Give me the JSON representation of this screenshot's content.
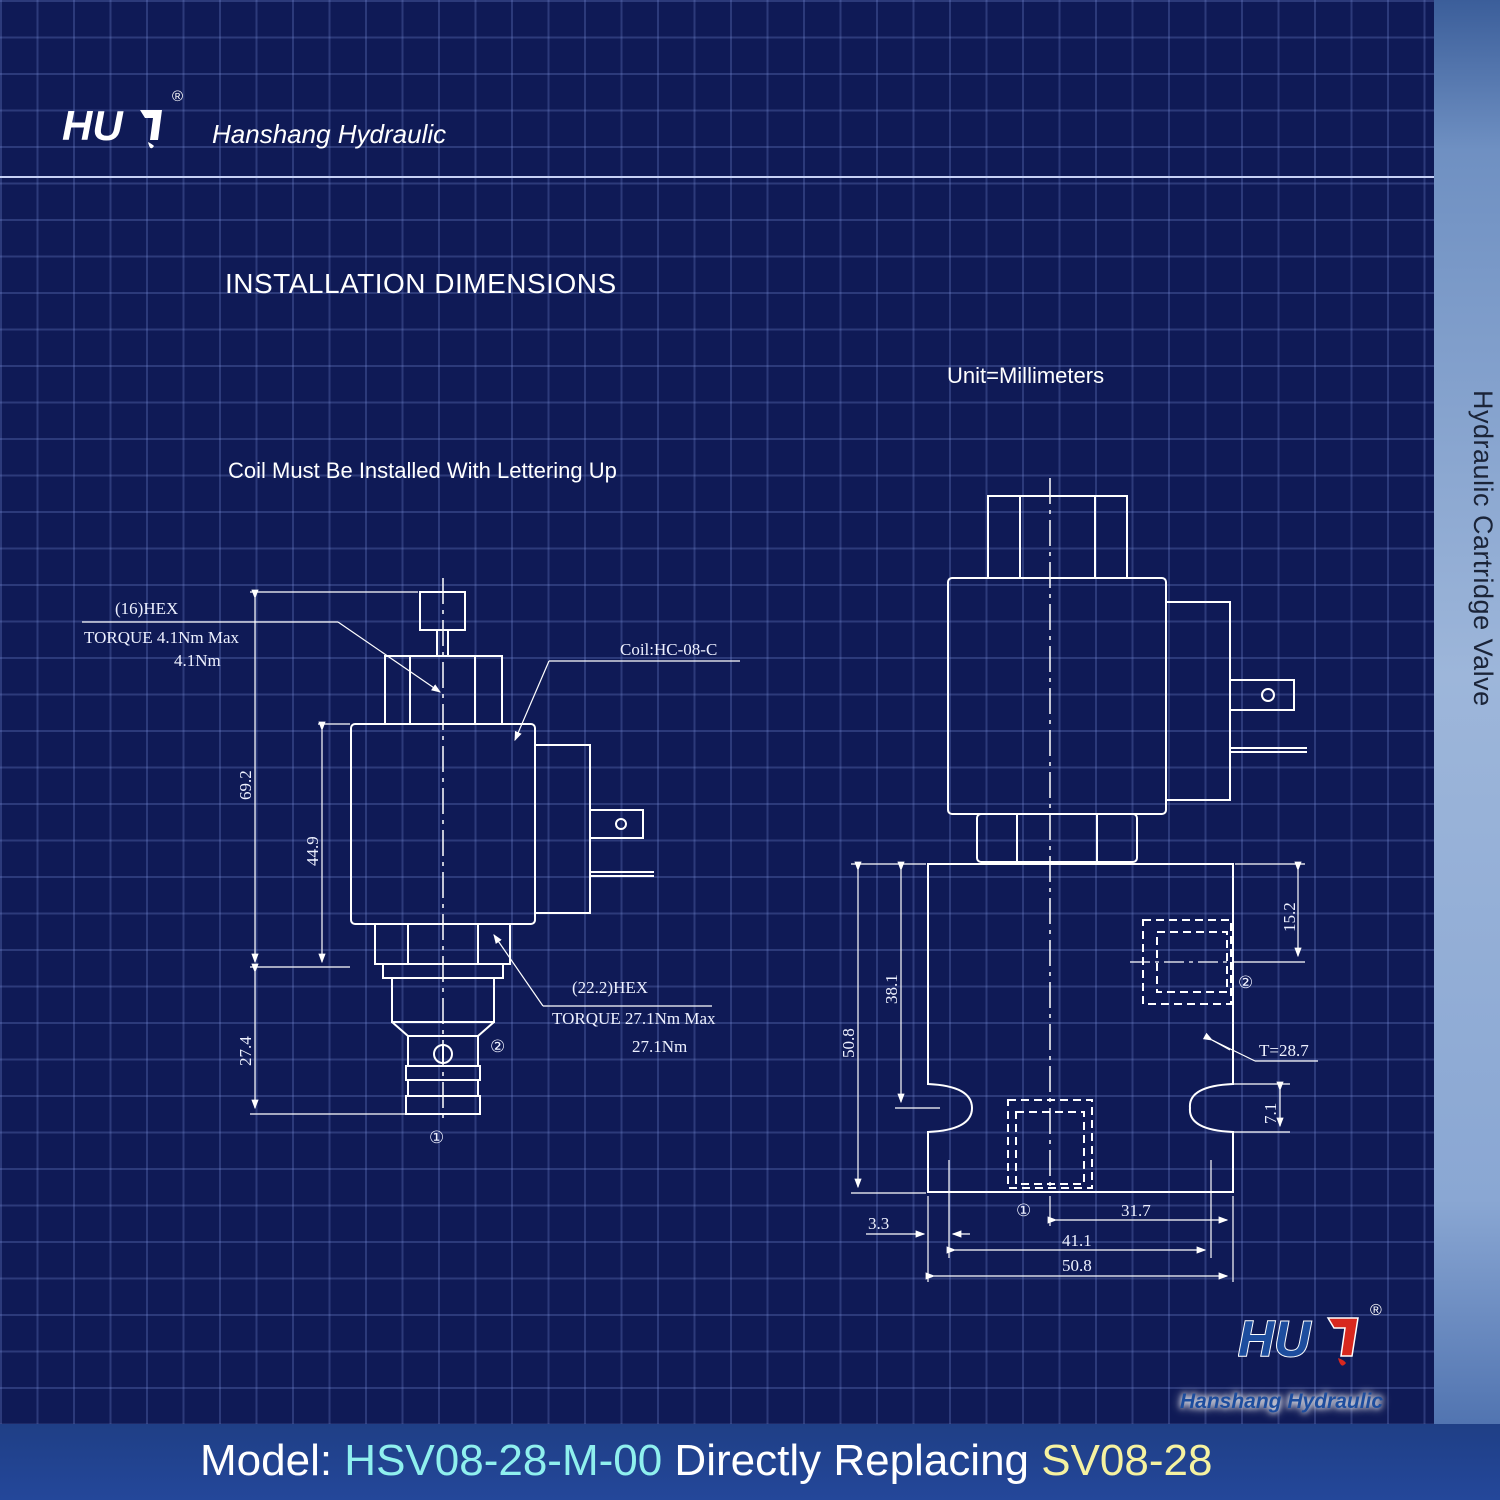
{
  "brand": {
    "name": "Hanshang Hydraulic",
    "registered_mark": "®",
    "logo_icon": "hsh-logo-icon"
  },
  "side_label": "Hydraulic Cartridge Valve",
  "title": "INSTALLATION DIMENSIONS",
  "unit": "Unit=Millimeters",
  "coil_note": "Coil Must Be Installed With Lettering Up",
  "left_view": {
    "hex_small": "(16)HEX",
    "torque_small_1": "TORQUE 4.1Nm Max",
    "torque_small_2": "4.1Nm",
    "coil_label": "Coil:HC-08-C",
    "hex_large": "(22.2)HEX",
    "torque_large_1": "TORQUE 27.1Nm Max",
    "torque_large_2": "27.1Nm",
    "dim_total_height": "69.2",
    "dim_coil_height": "44.9",
    "dim_cartridge": "27.4",
    "port_1": "①",
    "port_2": "②"
  },
  "right_view": {
    "dim_body_height": "50.8",
    "dim_port_height": "38.1",
    "dim_top_port": "15.2",
    "dim_thread": "T=28.7",
    "dim_slot": "7.1",
    "dim_offset": "3.3",
    "dim_port_x": "31.7",
    "dim_hole_spacing": "41.1",
    "dim_body_width": "50.8",
    "port_1": "①",
    "port_2": "②"
  },
  "footer": {
    "prefix": "Model: ",
    "model": "HSV08-28-M-00",
    "middle": " Directly Replacing ",
    "replaced": "SV08-28"
  },
  "badge": {
    "name": "Hanshang Hydraulic",
    "registered_mark": "®",
    "logo_icon": "hsh-logo-badge-icon"
  },
  "colors": {
    "background": "#0f1a56",
    "line": "#ffffff",
    "model_text": "#8ff0ee",
    "replaced_text": "#f5f2a0",
    "logo_red": "#d8281e",
    "logo_blue": "#1d4d9e"
  }
}
